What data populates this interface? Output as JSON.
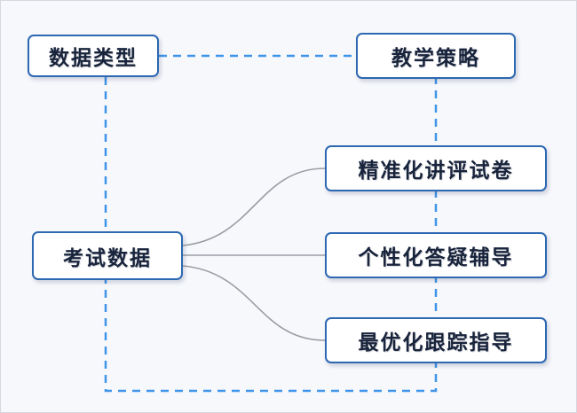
{
  "diagram": {
    "nodes": {
      "data_type": {
        "label": "数据类型"
      },
      "teaching_strategy": {
        "label": "教学策略"
      },
      "exam_data": {
        "label": "考试数据"
      },
      "precise_review": {
        "label": "精准化讲评试卷"
      },
      "personalized_tutoring": {
        "label": "个性化答疑辅导"
      },
      "optimized_tracking": {
        "label": "最优化跟踪指导"
      }
    },
    "edges": [
      {
        "from": "data_type",
        "to": "teaching_strategy",
        "style": "dashed"
      },
      {
        "from": "data_type",
        "to": "teaching_strategy",
        "style": "dashed-loop-bottom"
      },
      {
        "from": "exam_data",
        "to": "precise_review",
        "style": "solid"
      },
      {
        "from": "exam_data",
        "to": "personalized_tutoring",
        "style": "solid"
      },
      {
        "from": "exam_data",
        "to": "optimized_tracking",
        "style": "solid"
      }
    ],
    "colors": {
      "node_border": "#2d68b2",
      "node_fill": "#ffffff",
      "node_text": "#18243c",
      "dashed_line": "#3e94e8",
      "solid_line": "#9a9da3",
      "background": "#f7f8fc"
    }
  }
}
